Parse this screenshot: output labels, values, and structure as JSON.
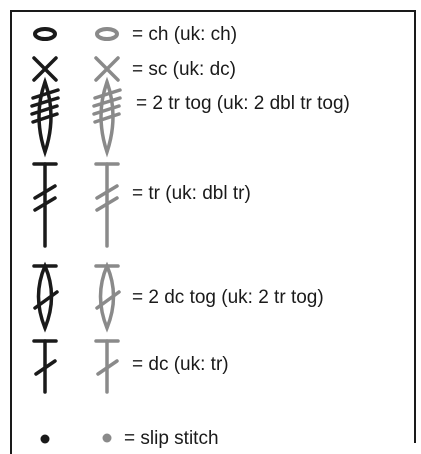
{
  "legend": {
    "items": [
      {
        "symbol": "ch-oval-icon",
        "label": "= ch (uk: ch)"
      },
      {
        "symbol": "sc-x-icon",
        "label": "= sc (uk: dc)"
      },
      {
        "symbol": "2-tr-tog-icon",
        "label": "= 2 tr tog (uk: 2 dbl tr tog)"
      },
      {
        "symbol": "tr-icon",
        "label": "= tr (uk: dbl tr)"
      },
      {
        "symbol": "2-dc-tog-icon",
        "label": "= 2 dc tog (uk: 2 tr tog)"
      },
      {
        "symbol": "dc-icon",
        "label": "= dc (uk: tr)"
      },
      {
        "symbol": "slip-stitch-dot-icon",
        "label": "= slip stitch"
      }
    ],
    "colors": {
      "dark": "#1a1a1a",
      "grey": "#8a8a8a"
    }
  }
}
